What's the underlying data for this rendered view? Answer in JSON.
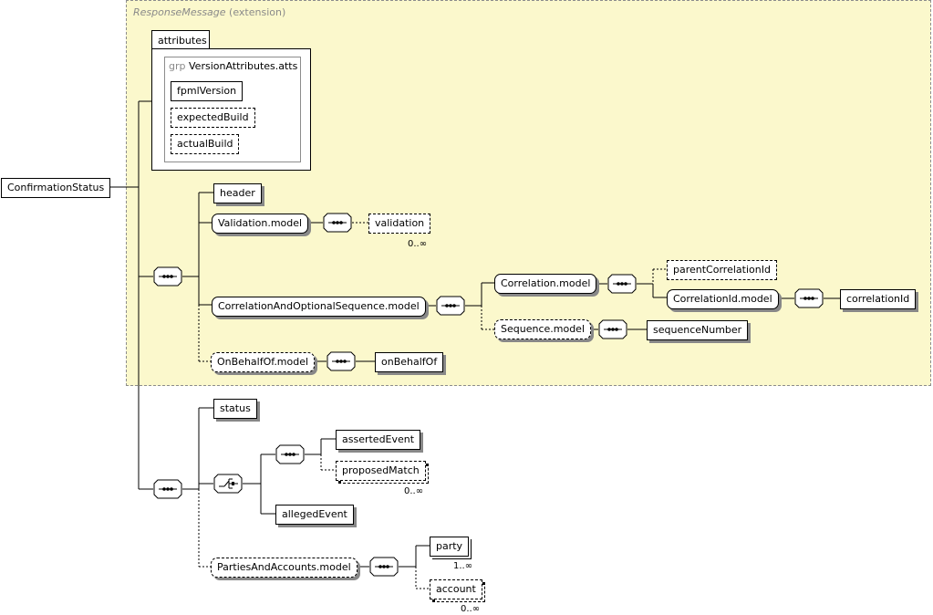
{
  "extension": {
    "type_name": "ResponseMessage",
    "suffix": "(extension)"
  },
  "attributes": {
    "tab_label": "attributes",
    "group_keyword": "grp",
    "group_name": "VersionAttributes.atts",
    "items": [
      "fpmlVersion",
      "expectedBuild",
      "actualBuild"
    ]
  },
  "root": "ConfirmationStatus",
  "elements": {
    "header": "header",
    "validation_model": "Validation.model",
    "validation": "validation",
    "validation_card": "0..∞",
    "correlation_and_optional_sequence_model": "CorrelationAndOptionalSequence.model",
    "correlation_model": "Correlation.model",
    "parent_correlation_id": "parentCorrelationId",
    "correlation_id_model": "CorrelationId.model",
    "correlation_id": "correlationId",
    "sequence_model": "Sequence.model",
    "sequence_number": "sequenceNumber",
    "on_behalf_of_model": "OnBehalfOf.model",
    "on_behalf_of": "onBehalfOf",
    "status": "status",
    "asserted_event": "assertedEvent",
    "proposed_match": "proposedMatch",
    "proposed_match_card": "0..∞",
    "alleged_event": "allegedEvent",
    "parties_and_accounts_model": "PartiesAndAccounts.model",
    "party": "party",
    "party_card": "1..∞",
    "account": "account",
    "account_card": "0..∞"
  },
  "colors": {
    "extension_background": "#fbf8cc",
    "border": "#000000",
    "muted_text": "#8a8a8a"
  }
}
